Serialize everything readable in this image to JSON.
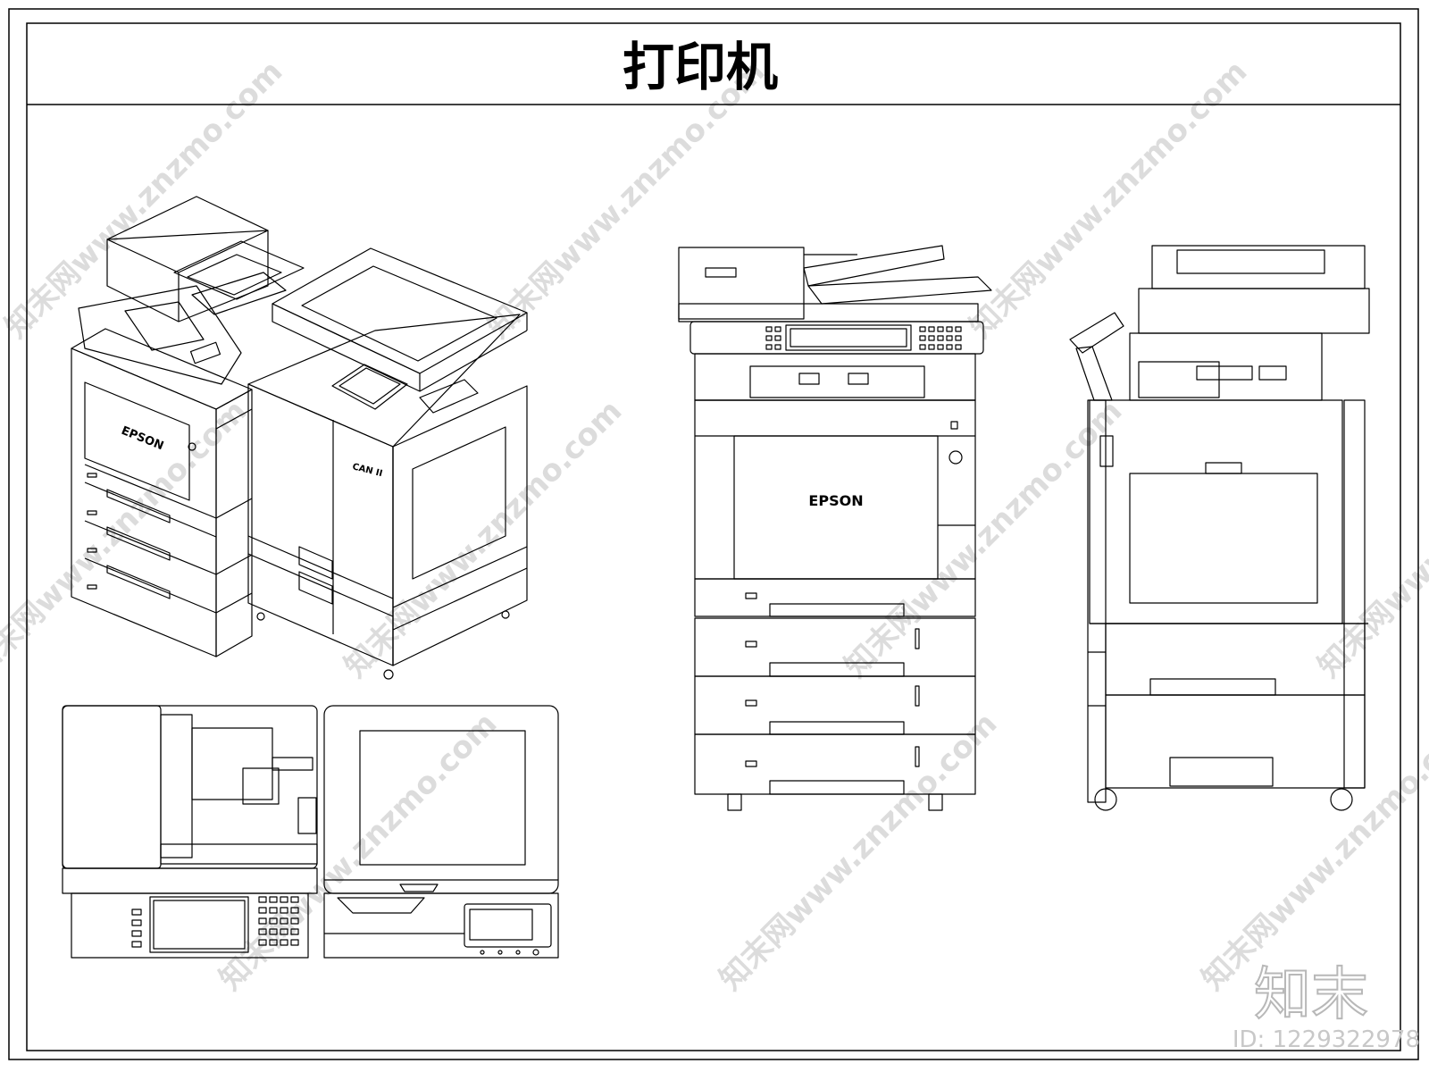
{
  "title": "打印机",
  "views": {
    "iso_left": {
      "brand": "EPSON"
    },
    "iso_right": {
      "brand": "CAN II"
    },
    "front": {
      "brand": "EPSON"
    }
  },
  "watermark": {
    "text": "知末网www.znzmo.com"
  },
  "logo": {
    "text": "知末",
    "id": "ID: 1229322978"
  },
  "colors": {
    "line": "#000000",
    "background": "#ffffff",
    "watermark": "#d9d9d9"
  }
}
